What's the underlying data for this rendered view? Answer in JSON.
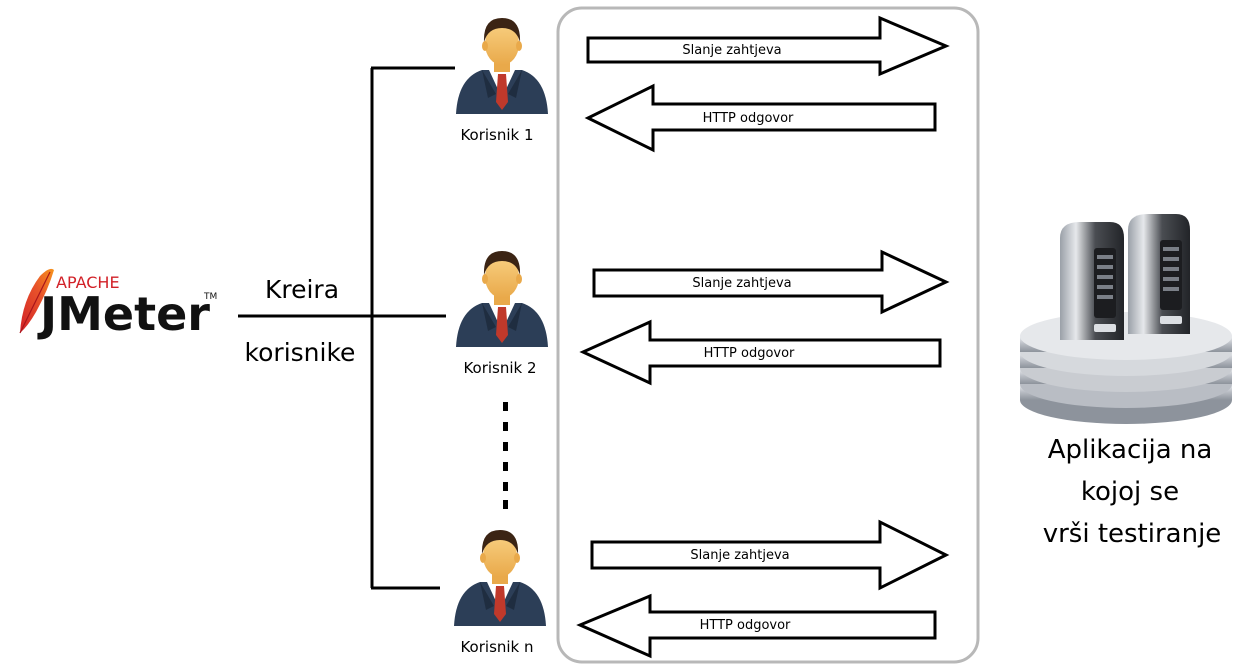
{
  "logo": {
    "brand_top": "APACHE",
    "brand_main": "JMeter",
    "trademark": "TM"
  },
  "creates_label": {
    "line1": "Kreira",
    "line2": "korisnike"
  },
  "users": [
    {
      "label": "Korisnik 1",
      "request": "Slanje zahtjeva",
      "response": "HTTP odgovor"
    },
    {
      "label": "Korisnik 2",
      "request": "Slanje zahtjeva",
      "response": "HTTP odgovor"
    },
    {
      "label": "Korisnik n",
      "request": "Slanje zahtjeva",
      "response": "HTTP odgovor"
    }
  ],
  "server": {
    "caption_line1": "Aplikacija na",
    "caption_line2": "kojoj se",
    "caption_line3": "vrši testiranje"
  },
  "colors": {
    "line": "#000000",
    "frame": "#b8b8b8",
    "feather_red": "#d22128",
    "feather_orange": "#f7941d",
    "logo_black": "#111111",
    "skin": "#f5c26b",
    "hair": "#3b2414",
    "suit": "#2c3e57",
    "tie": "#c0392b",
    "server_dark": "#3a3a3a",
    "server_silver": "#c9ccd1"
  }
}
